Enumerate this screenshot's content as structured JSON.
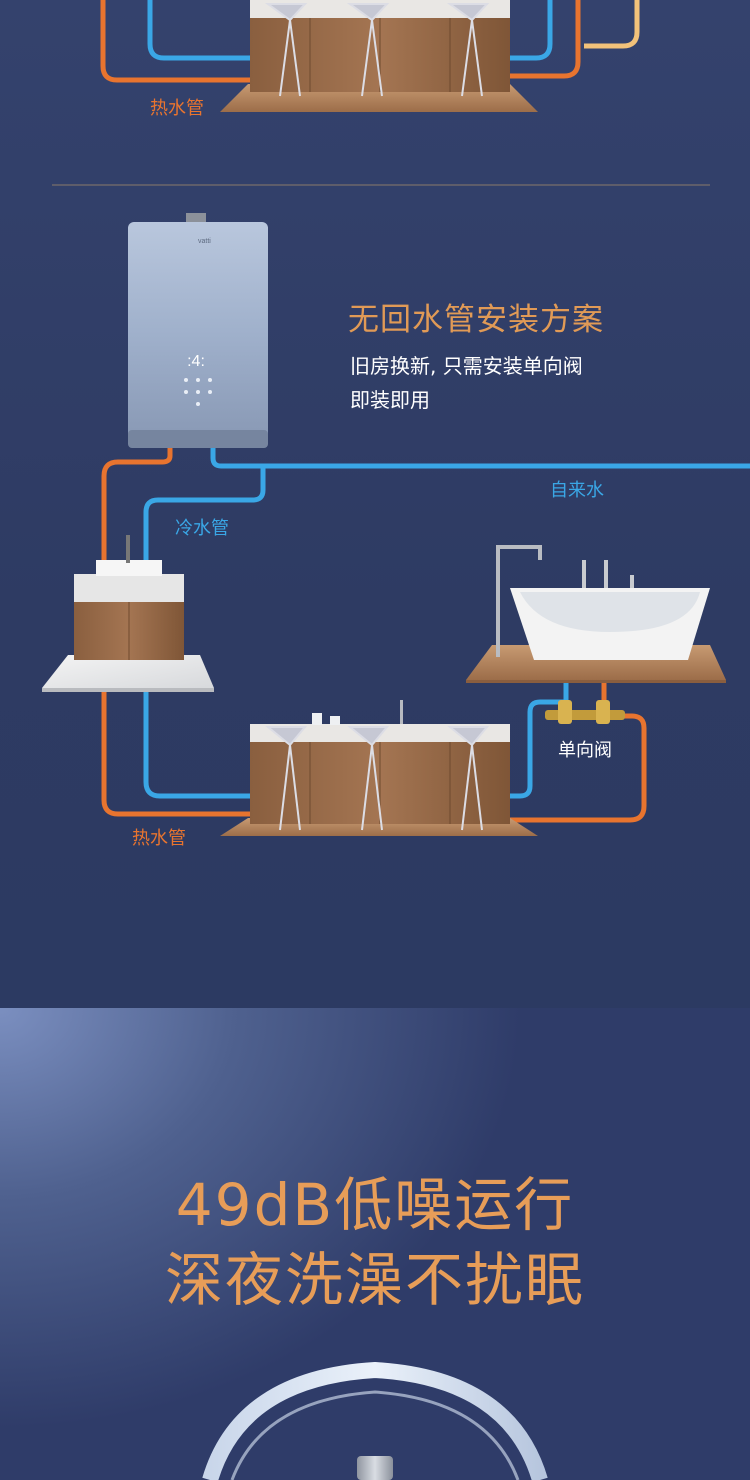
{
  "plan": {
    "title": "无回水管安装方案",
    "subtitle_line1": "旧房换新, 只需安装单向阀",
    "subtitle_line2": "即装即用"
  },
  "pipe_labels": {
    "hot_water_top": "热水管",
    "hot_water": "热水管",
    "cold_water": "冷水管",
    "tap_water": "自来水",
    "check_valve": "单向阀"
  },
  "noise": {
    "line1": "49dB低噪运行",
    "line2": "深夜洗澡不扰眠"
  },
  "colors": {
    "hot_pipe": "#e8742f",
    "cold_pipe": "#3aa7e6",
    "yellow_pipe": "#f2c27a",
    "title_accent": "#e19a56",
    "background": "#2f3c66"
  }
}
